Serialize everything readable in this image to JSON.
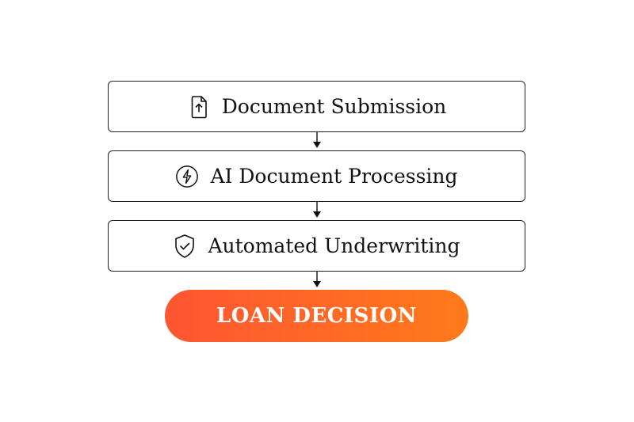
{
  "steps": [
    {
      "label": "Document Submission",
      "icon": "document-upload-icon"
    },
    {
      "label": "AI Document Processing",
      "icon": "lightning-icon"
    },
    {
      "label": "Automated Underwriting",
      "icon": "shield-check-icon"
    }
  ],
  "decision": {
    "label": "LOAN DECISION"
  },
  "colors": {
    "border": "#222222",
    "text": "#111111",
    "decision_gradient_start": "#FF5533",
    "decision_gradient_end": "#FF7A1A",
    "decision_text": "#FFFFFF"
  }
}
